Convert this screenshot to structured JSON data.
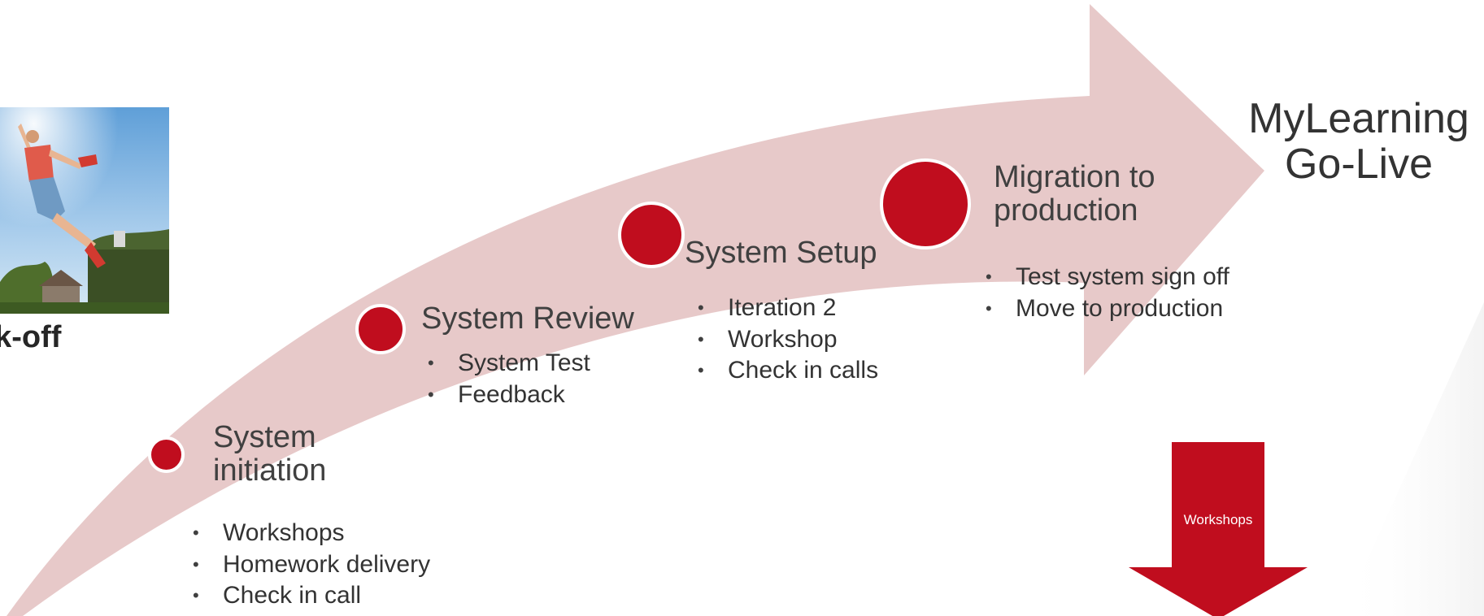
{
  "kickoff": {
    "label": "ck-off"
  },
  "stages": [
    {
      "title": "System initiation",
      "items": [
        "Workshops",
        "Homework delivery",
        "Check in call"
      ]
    },
    {
      "title": "System Review",
      "items": [
        "System Test",
        "Feedback"
      ]
    },
    {
      "title": "System Setup",
      "items": [
        "Iteration 2",
        "Workshop",
        "Check in calls"
      ]
    },
    {
      "title": "Migration to production",
      "items": [
        "Test system sign off",
        "Move to production"
      ]
    }
  ],
  "golive": {
    "line1": "MyLearning",
    "line2": "Go-Live"
  },
  "workshops_arrow": {
    "label": "Workshops"
  },
  "colors": {
    "arrow_fill": "#e7c9c9",
    "milestone_red": "#c00d1e",
    "text_dark": "#404040"
  },
  "icons": {
    "photo": "jumping-person-photo",
    "milestone": "red-circle-marker"
  }
}
